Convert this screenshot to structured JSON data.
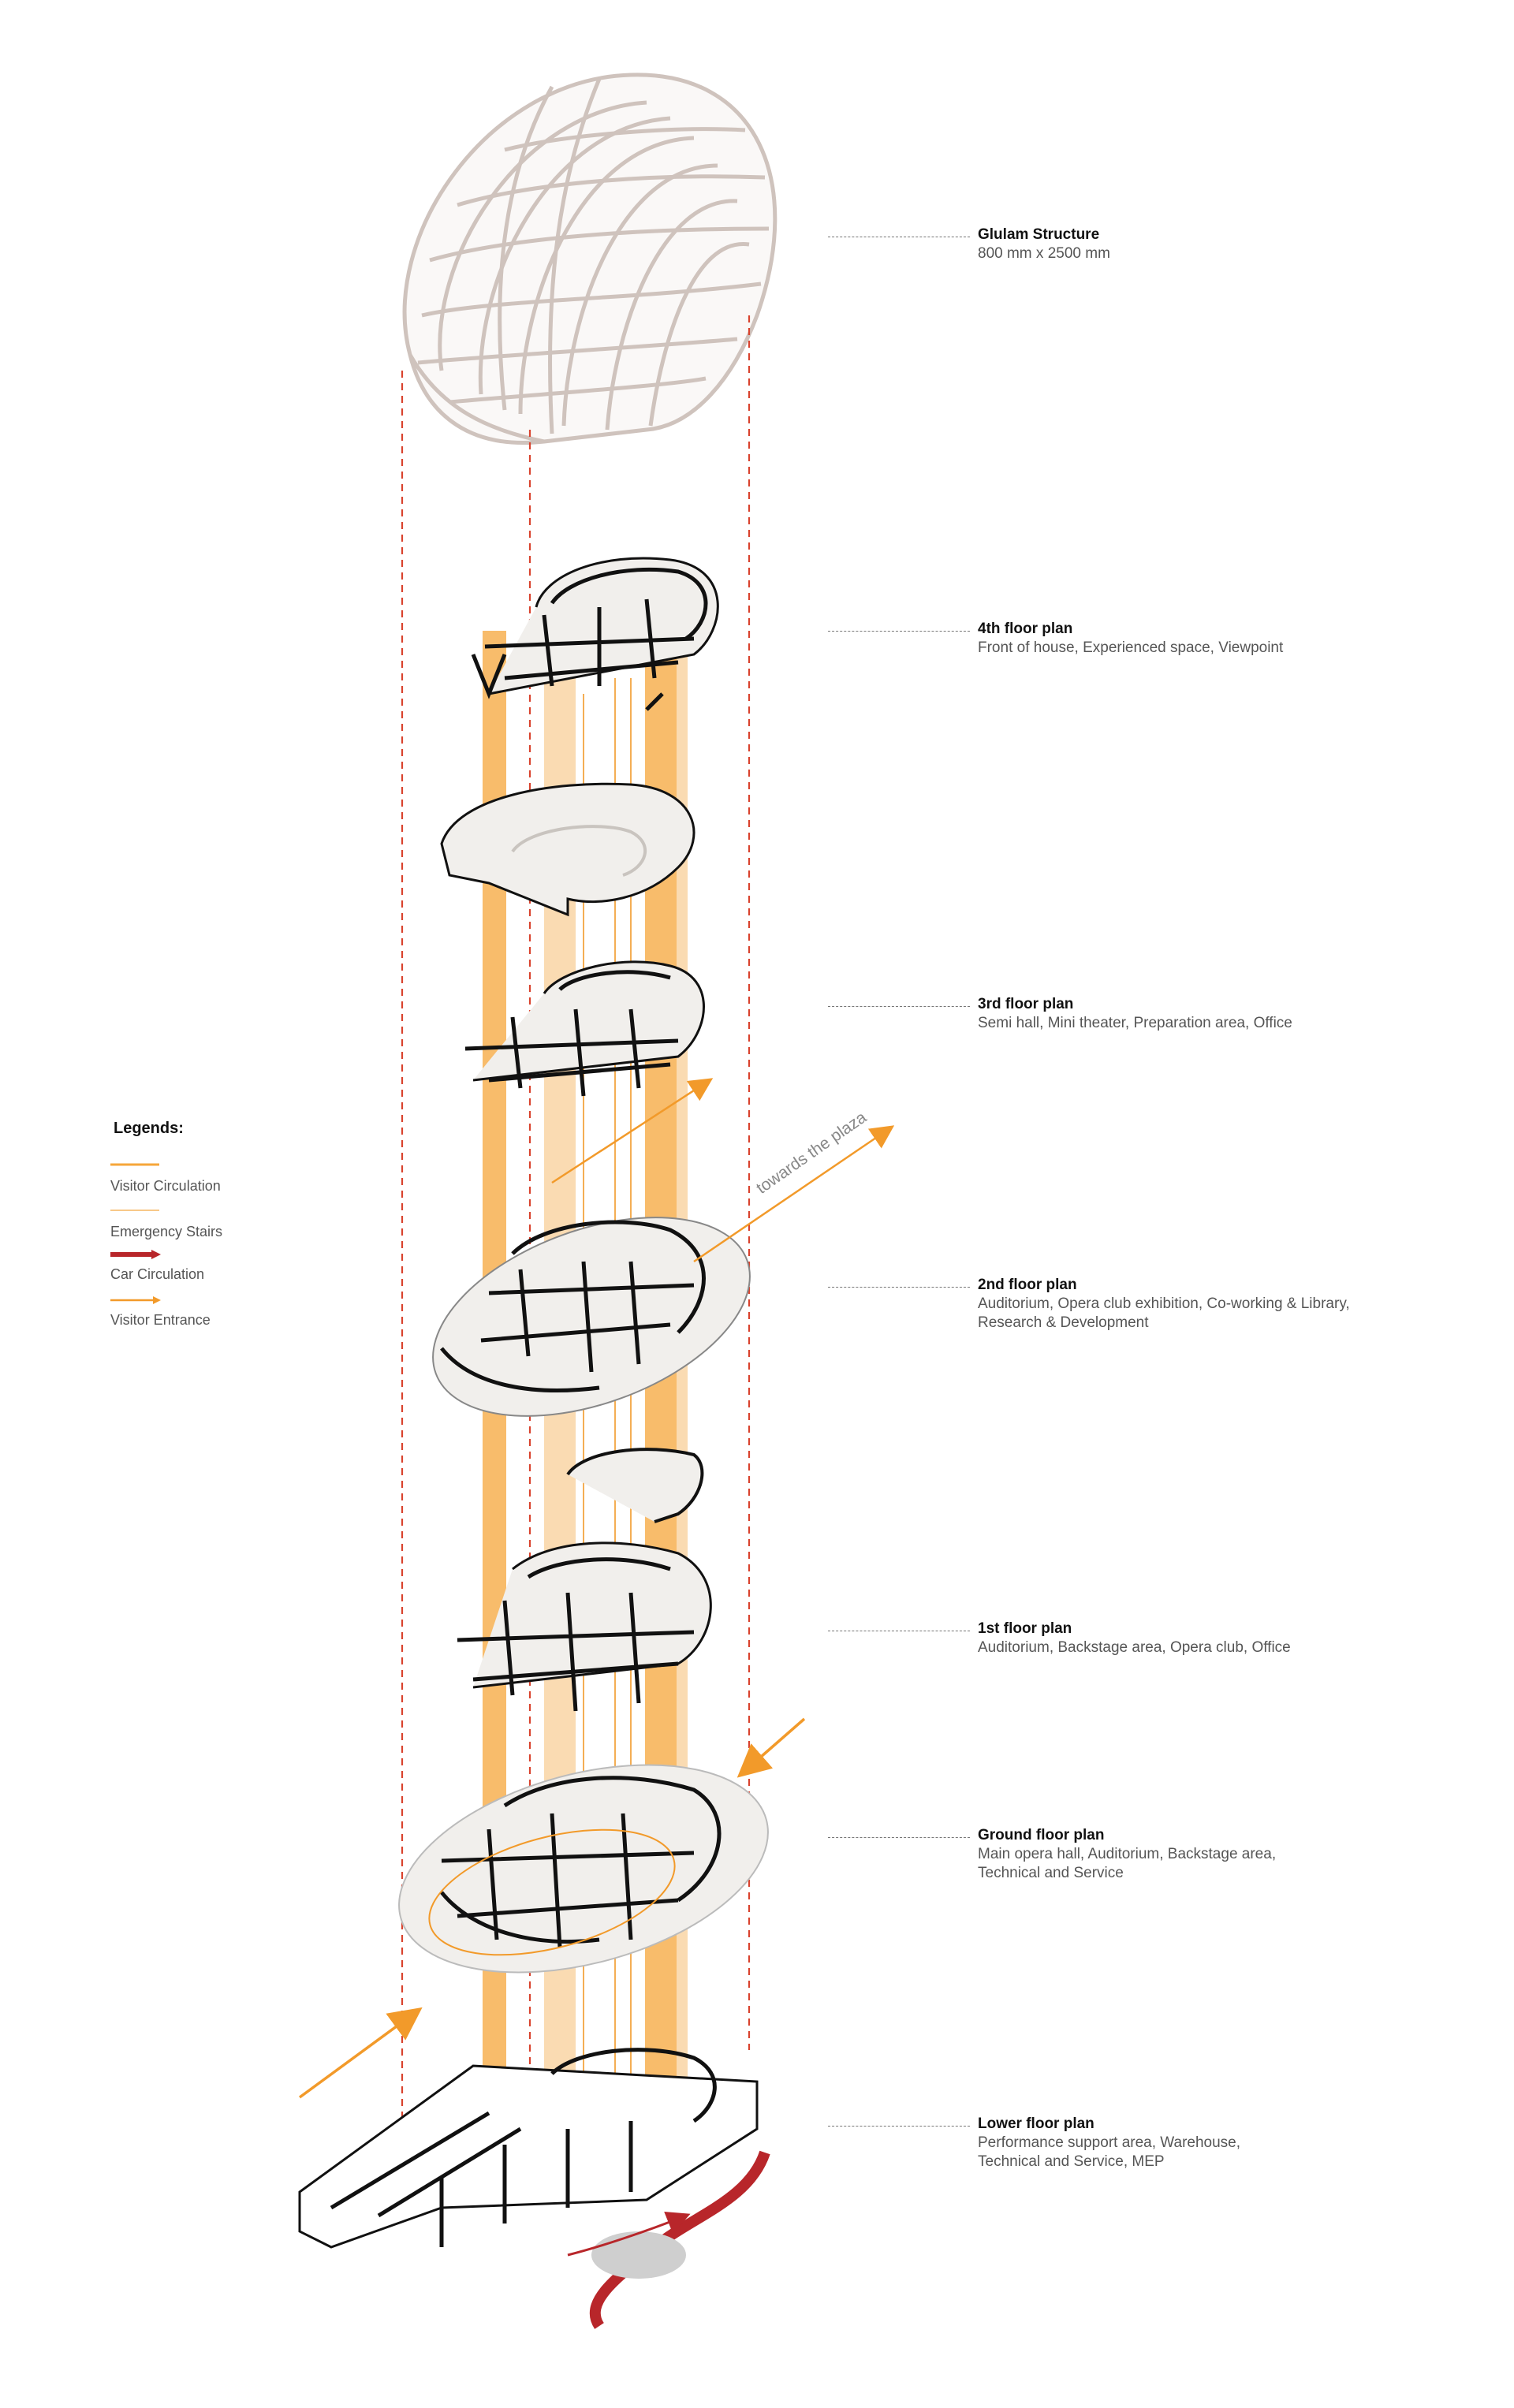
{
  "colors": {
    "visitor_circulation": "#f6a63a",
    "emergency_stairs": "#f8c888",
    "car_circulation": "#b8262a",
    "visitor_entrance": "#f29a2a",
    "projection_line": "#d9432e",
    "structure": "#cfc3bd",
    "floor_fill": "#f1efec"
  },
  "legend": {
    "title": "Legends:",
    "items": [
      {
        "label": "Visitor Circulation",
        "symbol": "line"
      },
      {
        "label": "Emergency Stairs",
        "symbol": "thin-line"
      },
      {
        "label": "Car Circulation",
        "symbol": "red-arrow"
      },
      {
        "label": "Visitor Entrance",
        "symbol": "orange-arrow"
      }
    ]
  },
  "annotation": "towards the plaza",
  "layers": [
    {
      "title": "Glulam Structure",
      "desc": "800 mm x 2500 mm"
    },
    {
      "title": "4th floor plan",
      "desc": "Front of house, Experienced space, Viewpoint"
    },
    {
      "title": "3rd floor plan",
      "desc": "Semi hall, Mini theater, Preparation area, Office"
    },
    {
      "title": "2nd floor plan",
      "desc": "Auditorium, Opera club exhibition, Co-working & Library,\nResearch & Development"
    },
    {
      "title": "1st floor plan",
      "desc": "Auditorium, Backstage area, Opera club, Office"
    },
    {
      "title": "Ground floor plan",
      "desc": "Main opera hall, Auditorium, Backstage area,\nTechnical and Service"
    },
    {
      "title": "Lower floor plan",
      "desc": "Performance support area, Warehouse,\nTechnical and Service, MEP"
    }
  ]
}
